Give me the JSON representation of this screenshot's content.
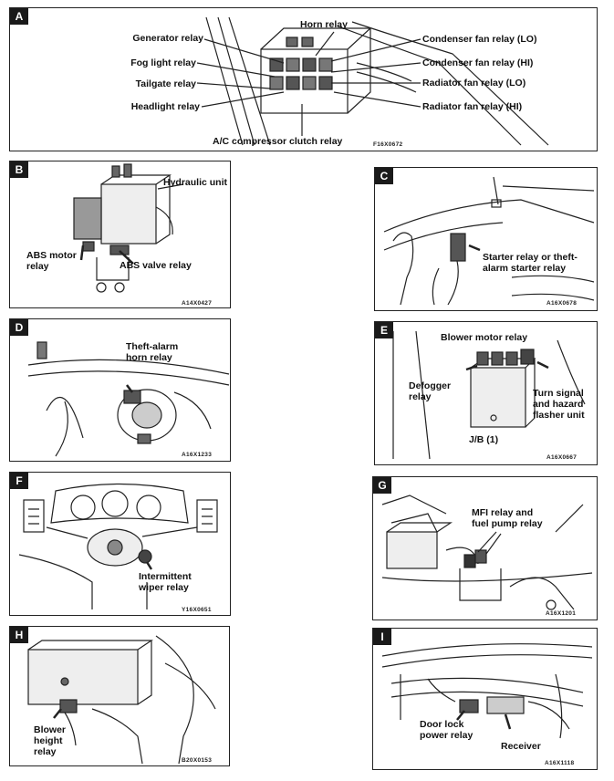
{
  "panels": {
    "A": {
      "tag": "A",
      "code": "F16X0672",
      "labels": {
        "generator": "Generator relay",
        "fog": "Fog light relay",
        "tailgate": "Tailgate relay",
        "headlight": "Headlight relay",
        "horn": "Horn relay",
        "condenser_lo": "Condenser fan relay (LO)",
        "condenser_hi": "Condenser fan relay (HI)",
        "radiator_lo": "Radiator fan relay (LO)",
        "radiator_hi": "Radiator fan relay (HI)",
        "ac": "A/C compressor clutch relay"
      }
    },
    "B": {
      "tag": "B",
      "code": "A14X0427",
      "labels": {
        "hydraulic": "Hydraulic unit",
        "abs_motor": "ABS motor\nrelay",
        "abs_valve": "ABS valve relay"
      }
    },
    "C": {
      "tag": "C",
      "code": "A16X0678",
      "labels": {
        "starter": "Starter relay or theft-\nalarm starter relay"
      }
    },
    "D": {
      "tag": "D",
      "code": "A16X1233",
      "labels": {
        "theft_horn": "Theft-alarm\nhorn relay"
      }
    },
    "E": {
      "tag": "E",
      "code": "A16X0667",
      "labels": {
        "blower_motor": "Blower motor relay",
        "defogger": "Defogger\nrelay",
        "turn_signal": "Turn signal\nand hazard\nflasher unit",
        "jb": "J/B (1)"
      }
    },
    "F": {
      "tag": "F",
      "code": "Y16X0651",
      "labels": {
        "wiper": "Intermittent\nwiper relay"
      }
    },
    "G": {
      "tag": "G",
      "code": "A16X1201",
      "labels": {
        "mfi": "MFI relay and\nfuel pump relay"
      }
    },
    "H": {
      "tag": "H",
      "code": "B20X0153",
      "labels": {
        "blower_height": "Blower\nheight\nrelay"
      }
    },
    "I": {
      "tag": "I",
      "code": "A16X1118",
      "labels": {
        "door_lock": "Door lock\npower relay",
        "receiver": "Receiver"
      }
    }
  }
}
